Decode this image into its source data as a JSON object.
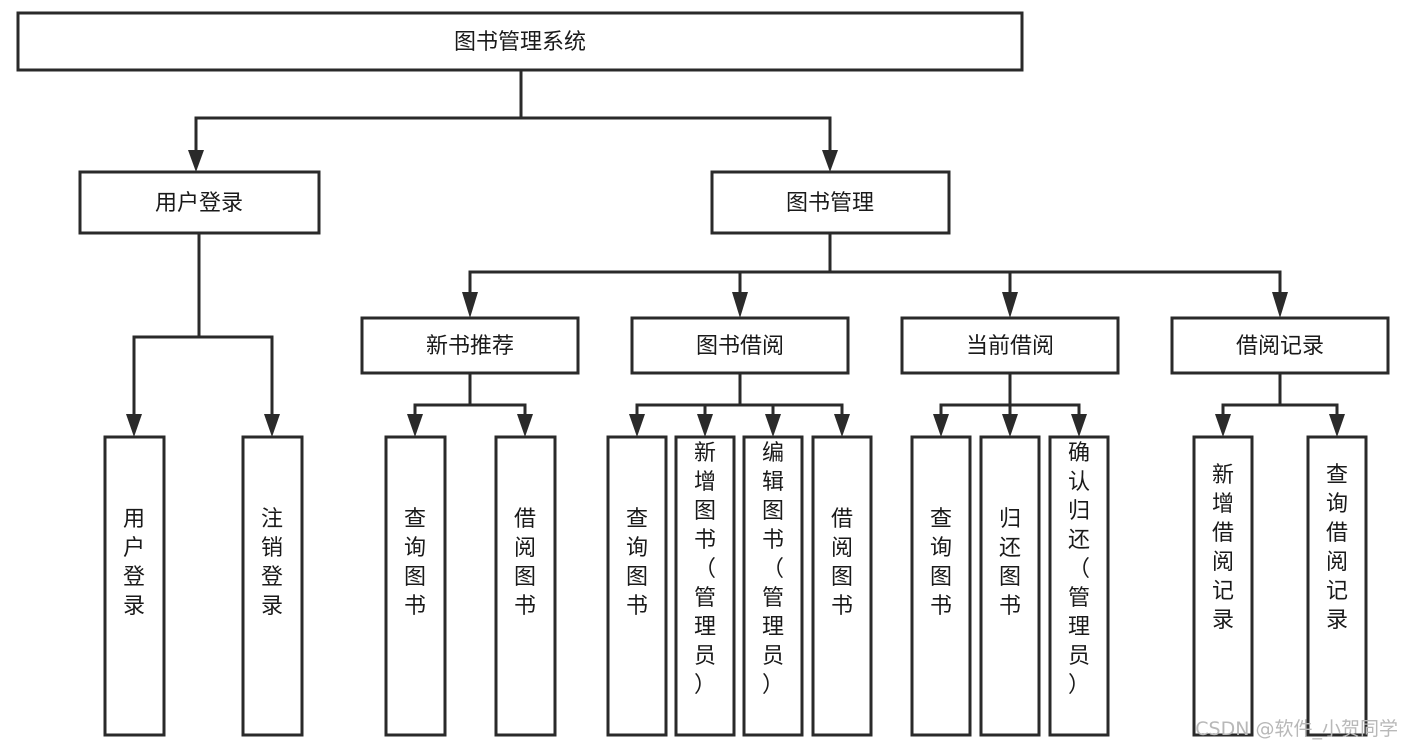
{
  "diagram": {
    "type": "tree",
    "title": "图书管理系统",
    "orientation": "top-down",
    "colors": {
      "box_stroke": "#2a2a2a",
      "box_fill": "#ffffff",
      "connector": "#2a2a2a",
      "text": "#1a1a1a",
      "watermark": "#b8b8b8",
      "background": "#ffffff"
    },
    "root": {
      "label": "图书管理系统",
      "orientation": "horizontal"
    },
    "level2": [
      {
        "label": "用户登录",
        "orientation": "horizontal"
      },
      {
        "label": "图书管理",
        "orientation": "horizontal"
      }
    ],
    "level3": [
      {
        "label": "新书推荐",
        "orientation": "horizontal",
        "parent": "图书管理"
      },
      {
        "label": "图书借阅",
        "orientation": "horizontal",
        "parent": "图书管理"
      },
      {
        "label": "当前借阅",
        "orientation": "horizontal",
        "parent": "图书管理"
      },
      {
        "label": "借阅记录",
        "orientation": "horizontal",
        "parent": "图书管理"
      }
    ],
    "leaves": {
      "用户登录": [
        {
          "label": "用户登录",
          "orientation": "vertical"
        },
        {
          "label": "注销登录",
          "orientation": "vertical"
        }
      ],
      "新书推荐": [
        {
          "label": "查询图书",
          "orientation": "vertical"
        },
        {
          "label": "借阅图书",
          "orientation": "vertical"
        }
      ],
      "图书借阅": [
        {
          "label": "查询图书",
          "orientation": "vertical"
        },
        {
          "label": "新增图书（管理员）",
          "orientation": "vertical"
        },
        {
          "label": "编辑图书（管理员）",
          "orientation": "vertical"
        },
        {
          "label": "借阅图书",
          "orientation": "vertical"
        }
      ],
      "当前借阅": [
        {
          "label": "查询图书",
          "orientation": "vertical"
        },
        {
          "label": "归还图书",
          "orientation": "vertical"
        },
        {
          "label": "确认归还（管理员）",
          "orientation": "vertical"
        }
      ],
      "借阅记录": [
        {
          "label": "新增借阅记录",
          "orientation": "vertical"
        },
        {
          "label": "查询借阅记录",
          "orientation": "vertical"
        }
      ]
    }
  },
  "labels": {
    "root": "图书管理系统",
    "user_login": "用户登录",
    "book_manage": "图书管理",
    "new_book_rec": "新书推荐",
    "book_borrow": "图书借阅",
    "current_borrow": "当前借阅",
    "borrow_record": "借阅记录",
    "leaf_user_login": "用户登录",
    "leaf_logout": "注销登录",
    "leaf_nbr_query": "查询图书",
    "leaf_nbr_borrow": "借阅图书",
    "leaf_bb_query": "查询图书",
    "leaf_bb_add": "新增图书（管理员）",
    "leaf_bb_edit": "编辑图书（管理员）",
    "leaf_bb_borrow": "借阅图书",
    "leaf_cb_query": "查询图书",
    "leaf_cb_return": "归还图书",
    "leaf_cb_confirm": "确认归还（管理员）",
    "leaf_br_add": "新增借阅记录",
    "leaf_br_query": "查询借阅记录"
  },
  "watermark": {
    "text": "CSDN @软件_小贺同学"
  }
}
